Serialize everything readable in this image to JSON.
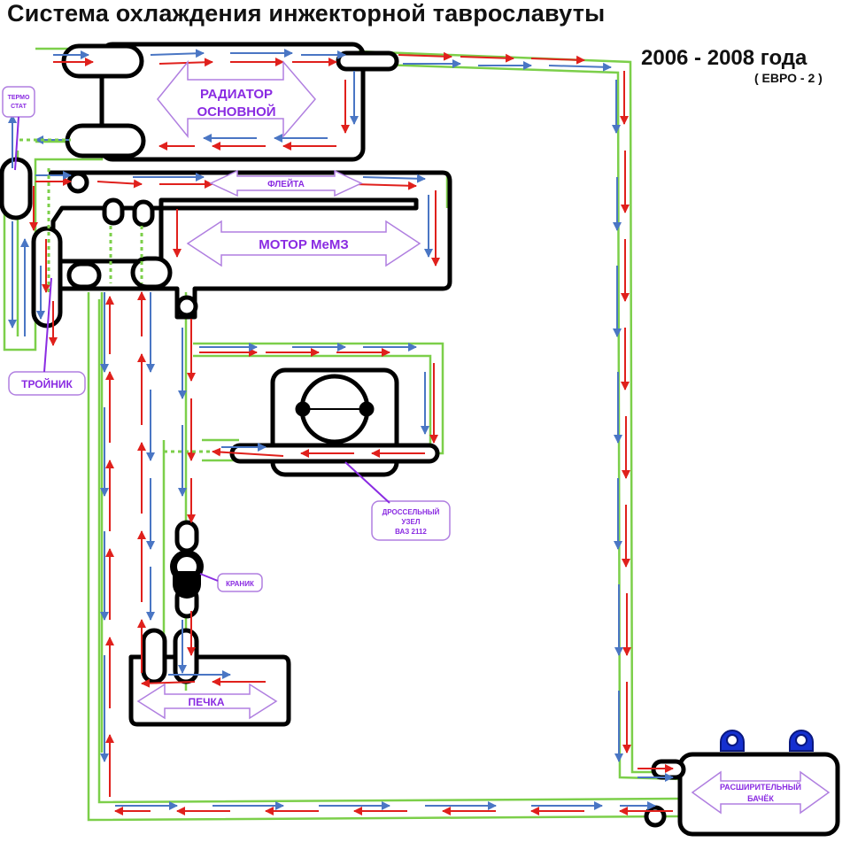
{
  "header": {
    "title": "Система охлаждения инжекторной таврославуты",
    "years": "2006 - 2008 года",
    "norm": "( ЕВРО - 2 )"
  },
  "components": {
    "radiator": [
      "РАДИАТОР",
      "ОСНОВНОЙ"
    ],
    "flute": "ФЛЕЙТА",
    "motor": "МОТОР МеМЗ",
    "thermostat": [
      "ТЕРМО",
      "СТАТ"
    ],
    "tee": "ТРОЙНИК",
    "throttle": [
      "ДРОССЕЛЬНЫЙ",
      "УЗЕЛ",
      "ВАЗ 2112"
    ],
    "valve": "КРАНИК",
    "heater": "ПЕЧКА",
    "tank": [
      "РАСШИРИТЕЛЬНЫЙ",
      "БАЧЁК"
    ]
  },
  "colors": {
    "hot_flow": "#e0201c",
    "cold_flow": "#4a76c4",
    "hose": "#7ccf4a",
    "outline": "#000000",
    "label_text": "#8a2be2",
    "label_frame": "#b07fe0",
    "tank_caps": "#1530d0"
  }
}
